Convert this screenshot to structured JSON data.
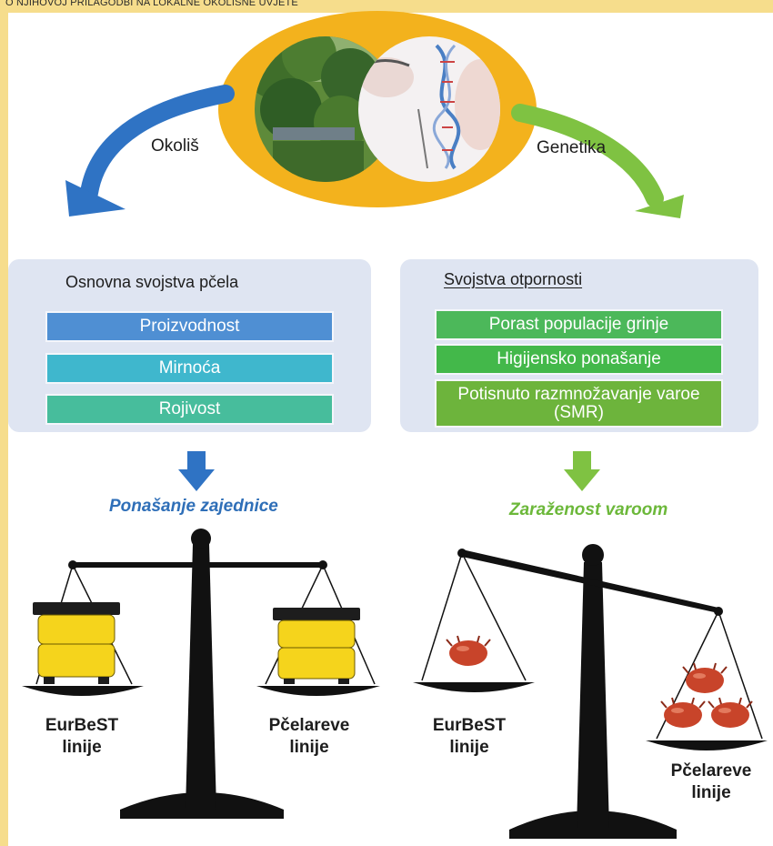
{
  "header": {
    "text": "O NJIHOVOJ PRILAGODBI NA LOKALNE OKOLIŠNE UVJETE"
  },
  "top": {
    "left_label": "Okoliš",
    "right_label": "Genetika"
  },
  "left_panel": {
    "title": "Osnovna svojstva pčela",
    "traits": [
      "Proizvodnost",
      "Mirnoća",
      "Rojivost"
    ],
    "colors": [
      "#4f8fd3",
      "#3fb7cd",
      "#47bd9c"
    ]
  },
  "right_panel": {
    "title": "Svojstva otpornosti",
    "traits": [
      "Porast populacije grinje",
      "Higijensko ponašanje",
      "Potisnuto razmnožavanje varoe (SMR)"
    ],
    "colors": [
      "#4cb85a",
      "#43b84a",
      "#6db43c"
    ]
  },
  "results": {
    "left": {
      "text": "Ponašanje zajednice",
      "color": "#2f6fb8"
    },
    "right": {
      "text": "Zaraženost varoom",
      "color": "#6cb83a"
    }
  },
  "scales": {
    "left": {
      "pan_left_label": "EurBeST linije",
      "pan_right_label": "Pčelareve linije"
    },
    "right": {
      "pan_left_label": "EurBeST linije",
      "pan_right_label": "Pčelareve linije"
    }
  },
  "colors": {
    "blue_arrow": "#2f73c4",
    "green_arrow": "#7fc242",
    "ring": "#f3b21d",
    "panel": "#dfe5f2",
    "hive": "#f5d41c",
    "mite": "#c8442a"
  }
}
